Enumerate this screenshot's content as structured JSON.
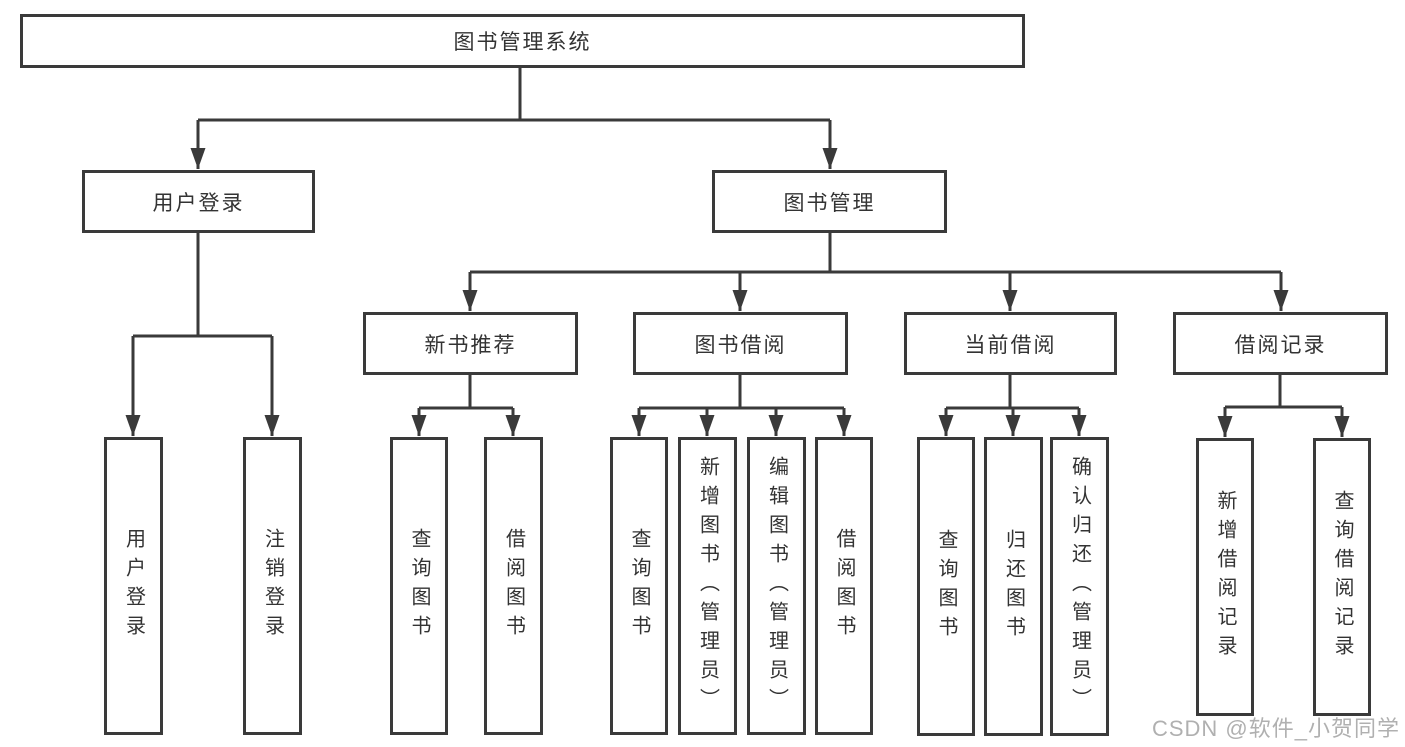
{
  "tree": {
    "root": {
      "label": "图书管理系统"
    },
    "branches": [
      {
        "label": "用户登录",
        "children": [
          {
            "label": "用户登录"
          },
          {
            "label": "注销登录"
          }
        ]
      },
      {
        "label": "图书管理",
        "children": [
          {
            "label": "新书推荐",
            "children": [
              {
                "label": "查询图书"
              },
              {
                "label": "借阅图书"
              }
            ]
          },
          {
            "label": "图书借阅",
            "children": [
              {
                "label": "查询图书"
              },
              {
                "label": "新增图书（管理员）"
              },
              {
                "label": "编辑图书（管理员）"
              },
              {
                "label": "借阅图书"
              }
            ]
          },
          {
            "label": "当前借阅",
            "children": [
              {
                "label": "查询图书"
              },
              {
                "label": "归还图书"
              },
              {
                "label": "确认归还（管理员）"
              }
            ]
          },
          {
            "label": "借阅记录",
            "children": [
              {
                "label": "新增借阅记录"
              },
              {
                "label": "查询借阅记录"
              }
            ]
          }
        ]
      }
    ]
  },
  "watermark": {
    "text": "CSDN @软件_小贺同学"
  },
  "colors": {
    "line": "#3a3a3a",
    "text": "#333333",
    "box_fill": "#ffffff",
    "watermark": "#b0b0b0"
  }
}
